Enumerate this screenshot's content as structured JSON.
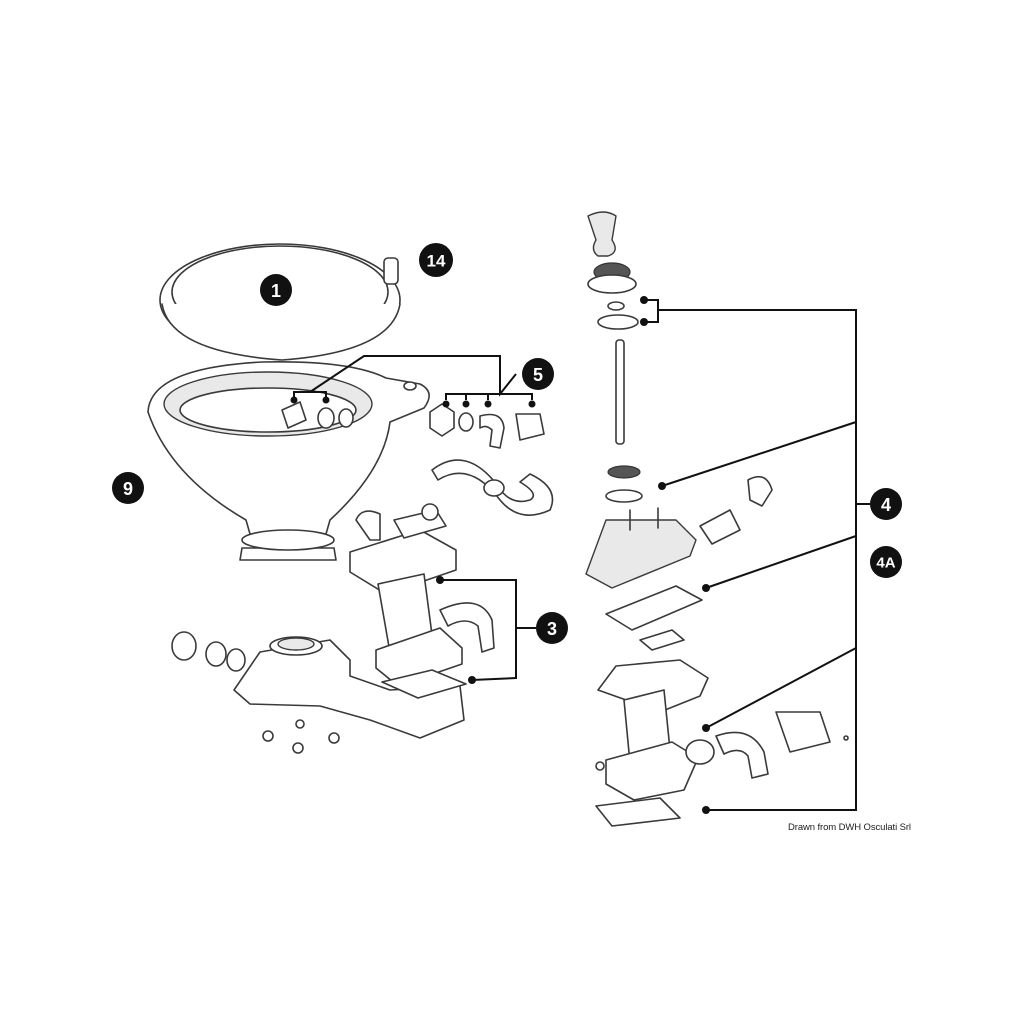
{
  "colors": {
    "badge": "#111111",
    "line": "#111111",
    "outline": "#3a3a3a",
    "background": "#ffffff"
  },
  "labels": {
    "seat_lid": "1",
    "spare_kit": "14",
    "bowl_fittings": "5",
    "bowl": "9",
    "base_pump": "3",
    "pump_assembly": "4",
    "pump_assembly_alt": "4A"
  },
  "credit": "Drawn from DWH Osculati Srl"
}
